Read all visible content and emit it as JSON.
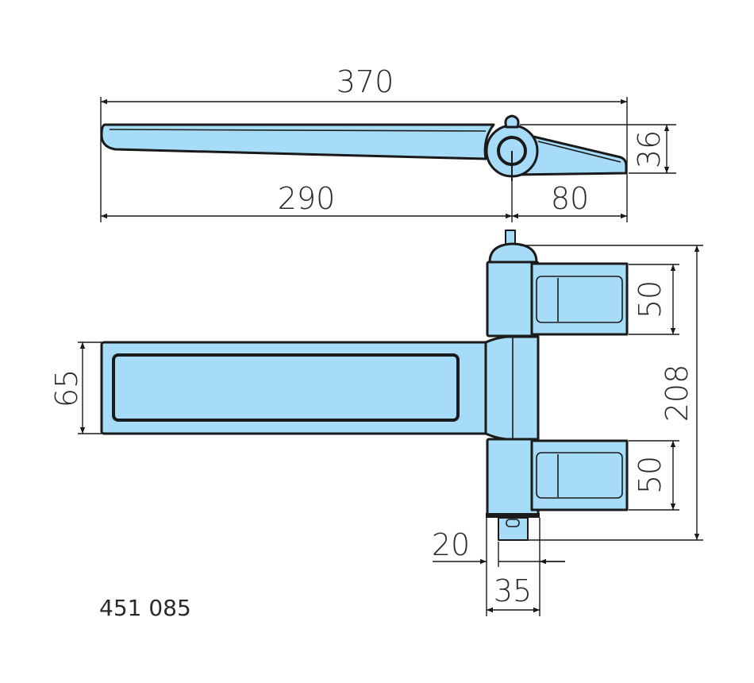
{
  "drawing": {
    "part_number": "451 085",
    "fill_color": "#a6dcf7",
    "dimensions": {
      "overall_length": "370",
      "top_height": "36",
      "arm_length": "290",
      "leaf_length": "80",
      "total_height": "208",
      "upper_leaf_height": "50",
      "lower_leaf_height": "50",
      "arm_width": "65",
      "pin_offset": "20",
      "barrel_width": "35"
    }
  }
}
